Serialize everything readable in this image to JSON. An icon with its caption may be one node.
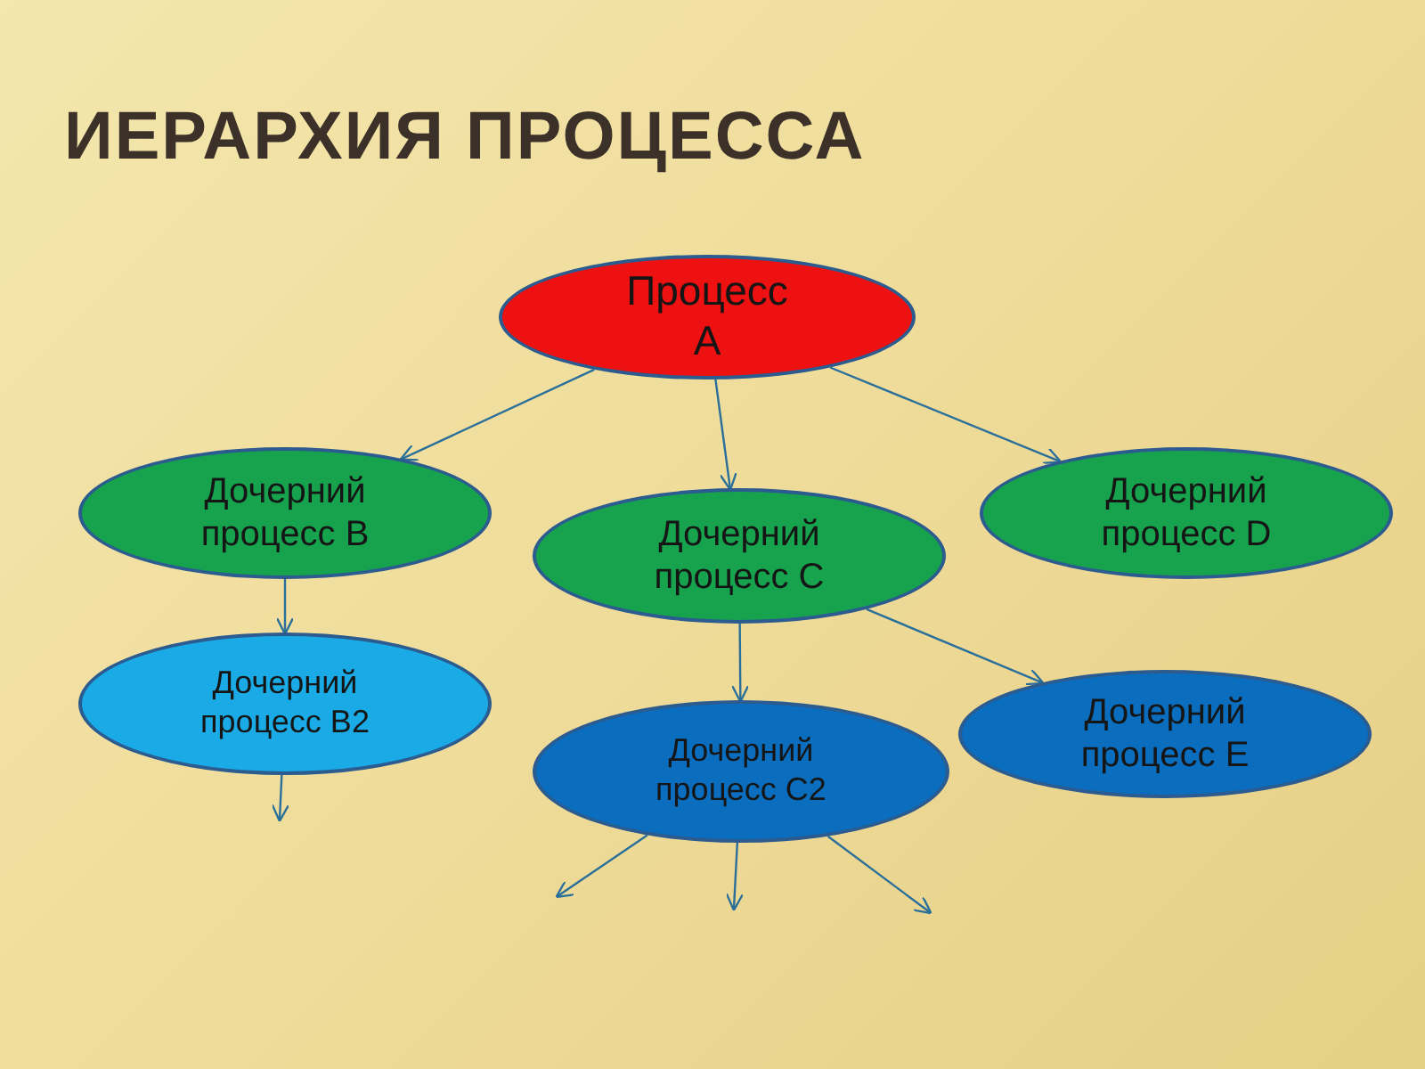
{
  "diagram": {
    "title": "ИЕРАРХИЯ ПРОЦЕССА",
    "nodes": [
      {
        "text": [
          "Процесс А"
        ]
      },
      {
        "text": [
          "Дочерний процесс B"
        ]
      },
      {
        "text": [
          "Дочерний процесс C"
        ]
      },
      {
        "text": [
          "Дочерний процесс D"
        ]
      },
      {
        "text": [
          "Дочерний процесс B2"
        ]
      },
      {
        "text": [
          "Дочерний процесс C2"
        ]
      },
      {
        "text": [
          "Дочерний процесс E"
        ]
      }
    ],
    "edges": [
      {
        "from": 0,
        "to": 1,
        "arrow": "to"
      },
      {
        "from": 0,
        "to": 2,
        "arrow": "to"
      },
      {
        "from": 0,
        "to": 3,
        "arrow": "to"
      },
      {
        "from": 1,
        "to": 4,
        "arrow": "to"
      },
      {
        "from": 2,
        "to": 5,
        "arrow": "to"
      },
      {
        "from": 2,
        "to": 6,
        "arrow": "to"
      },
      {
        "from": 4,
        "to": null,
        "arrow": "to"
      },
      {
        "from": 5,
        "to": null,
        "arrow": "to"
      },
      {
        "from": 5,
        "to": null,
        "arrow": "to"
      },
      {
        "from": 5,
        "to": null,
        "arrow": "to"
      }
    ]
  }
}
